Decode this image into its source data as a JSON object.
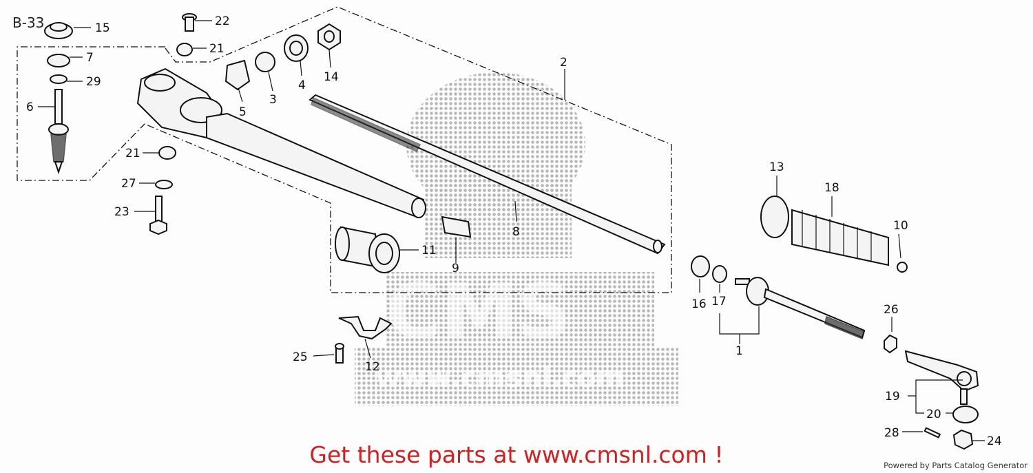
{
  "diagram": {
    "code": "B-33",
    "labels": {
      "p1": "1",
      "p2": "2",
      "p3": "3",
      "p4": "4",
      "p5": "5",
      "p6": "6",
      "p7": "7",
      "p8": "8",
      "p9": "9",
      "p10": "10",
      "p11": "11",
      "p12": "12",
      "p13": "13",
      "p14": "14",
      "p15": "15",
      "p16": "16",
      "p17": "17",
      "p18": "18",
      "p19": "19",
      "p20": "20",
      "p21a": "21",
      "p21b": "21",
      "p22": "22",
      "p23": "23",
      "p24": "24",
      "p25": "25",
      "p26": "26",
      "p27": "27",
      "p28": "28",
      "p29": "29"
    },
    "watermark": {
      "brand": "CMS",
      "url": "www.cmsnl.com",
      "color": "#bdbdbd"
    }
  },
  "footer": {
    "promo": "Get these parts at www.cmsnl.com !",
    "promo_color": "#d31f1f",
    "credit": "Powered by Parts Catalog Generator"
  }
}
